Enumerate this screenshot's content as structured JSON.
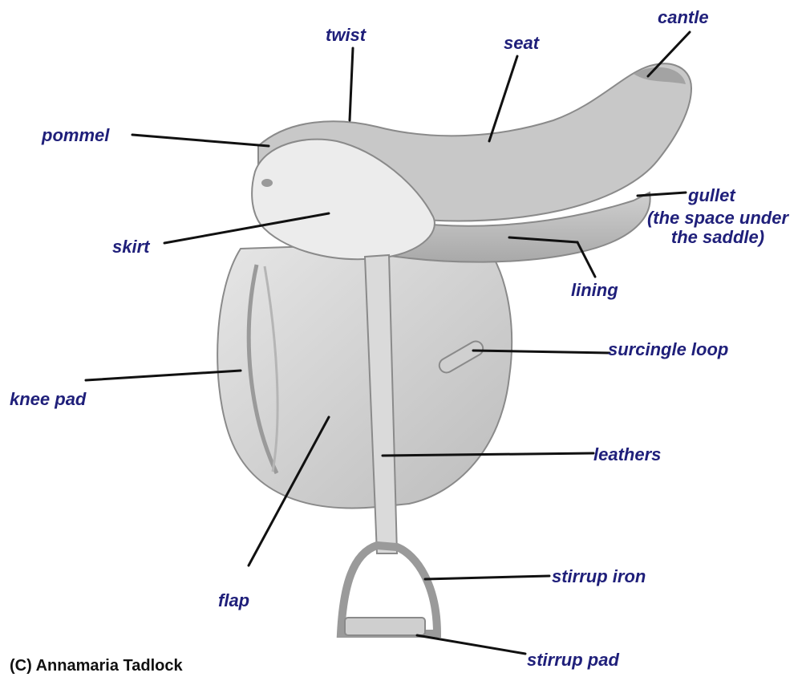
{
  "labels": {
    "twist": "twist",
    "seat": "seat",
    "cantle": "cantle",
    "pommel": "pommel",
    "gullet": "gullet",
    "gullet_note": "(the space under\nthe saddle)",
    "skirt": "skirt",
    "lining": "lining",
    "surcingle_loop": "surcingle loop",
    "knee_pad": "knee pad",
    "leathers": "leathers",
    "flap": "flap",
    "stirrup_iron": "stirrup iron",
    "stirrup_pad": "stirrup pad"
  },
  "credit": "(C) Annamaria Tadlock",
  "colors": {
    "label": "#1f1f7a",
    "leader": "#111111",
    "saddle_fill": "#d9d9d9",
    "saddle_shade": "#bdbdbd",
    "saddle_outline": "#8a8a8a"
  }
}
